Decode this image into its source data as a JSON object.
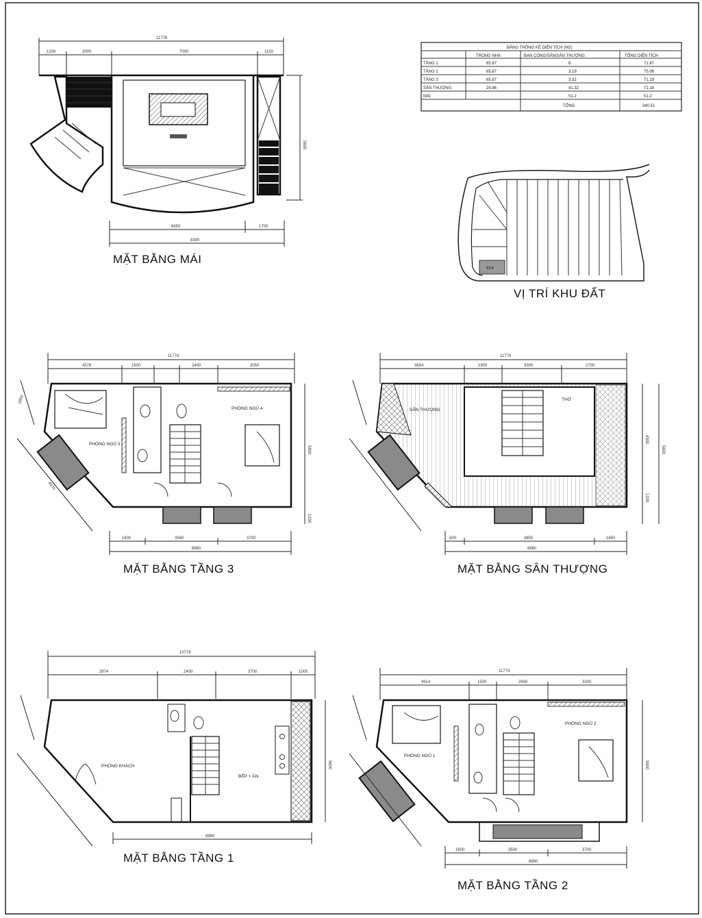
{
  "titles": {
    "roof_plan": "MẶT BẰNG MÁI",
    "site": "VỊ TRÍ KHU ĐẤT",
    "floor3": "MẶT BẰNG TẦNG 3",
    "terrace": "MẶT BẰNG SÂN THƯỢNG",
    "floor1": "MẶT BẰNG TẦNG 1",
    "floor2": "MẶT BẰNG TẦNG 2"
  },
  "area_table": {
    "title": "BẢNG THỐNG KÊ DIỆN TÍCH (M2)",
    "headers": [
      "",
      "TRONG NHÀ",
      "BAN CÔNG/SÂN/SÂN THƯỢNG",
      "TỔNG DIỆN TÍCH"
    ],
    "rows": [
      [
        "TẦNG 1",
        "65.87",
        "6",
        "71.87"
      ],
      [
        "TẦNG 2",
        "65.87",
        "3.19",
        "75.06"
      ],
      [
        "TẦNG 3",
        "65.87",
        "3.32",
        "71.19"
      ],
      [
        "SÂN THƯỢNG",
        "29.86",
        "41.32",
        "71.18"
      ],
      [
        "MÁI",
        "",
        "51.2",
        "51.2"
      ]
    ],
    "total_label": "TỔNG",
    "total_value": "340.51"
  },
  "site_label": "814",
  "rooms": {
    "floor3_bed3": "PHÒNG NGỦ 3",
    "floor3_bed4": "PHÒNG NGỦ 4",
    "terrace_left": "SÂN THƯỢNG",
    "terrace_worship": "THỜ",
    "floor1_living": "PHÒNG KHÁCH",
    "floor1_kitchen": "BẾP + ĂN",
    "floor2_bed1": "PHÒNG NGỦ 1",
    "floor2_bed2": "PHÒNG NGỦ 2"
  },
  "dims": {
    "roof_top_total": "11778",
    "roof_top": [
      "1200",
      "2000",
      "7000",
      "1150"
    ],
    "roof_bottom": [
      "6650",
      "1700"
    ],
    "roof_bottom_total": "8300",
    "roof_right": "5600",
    "f3_top_total": "11774",
    "f3_top": [
      "4576",
      "1500",
      "2400",
      "3050"
    ],
    "f3_bottom": [
      "1600",
      "3560",
      "3700"
    ],
    "f3_bottom_total": "8860",
    "f3_right": "5800",
    "f3_right2": "1200",
    "f3_diag": "2800",
    "f3_diag2": "4970",
    "tr_top_total": "11774",
    "tr_top": [
      "3654",
      "1900",
      "3300",
      "2700"
    ],
    "tr_bottom": [
      "600",
      "4850",
      "1650"
    ],
    "tr_bottom_total": "8860",
    "tr_right": [
      "4300",
      "1200"
    ],
    "tr_right_total": "5600",
    "f1_top_total": "10778",
    "f1_top": [
      "3974",
      "2400",
      "3700",
      "1000"
    ],
    "f1_bottom_total": "8860",
    "f1_right": "5600",
    "f2_top_total": "11774",
    "f2_top": [
      "4914",
      "1500",
      "2600",
      "3200"
    ],
    "f2_bottom": [
      "1600",
      "3500",
      "3700"
    ],
    "f2_bottom_total": "8860",
    "f2_right": "5800"
  }
}
